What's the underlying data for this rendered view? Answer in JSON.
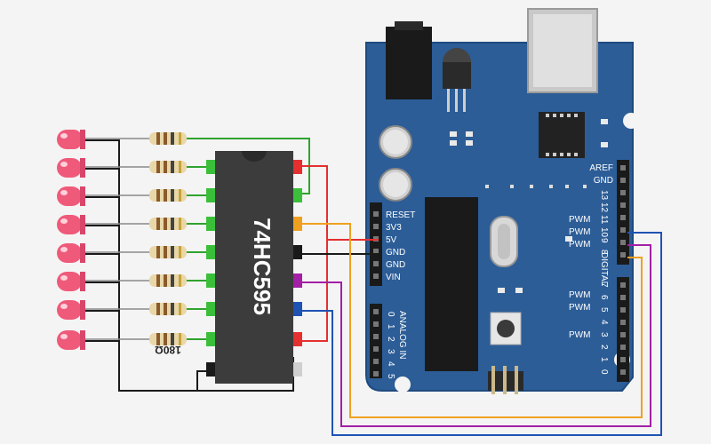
{
  "chip": {
    "label": "74HC595"
  },
  "resistor": {
    "label": "180Ω"
  },
  "board": {
    "power_pins": [
      "RESET",
      "3V3",
      "5V",
      "GND",
      "GND",
      "VIN"
    ],
    "analog": {
      "numbers": [
        "0",
        "1",
        "2",
        "3",
        "4",
        "5"
      ],
      "label": "ANALOG IN"
    },
    "digital_top": {
      "aref": "AREF",
      "gnd": "GND",
      "numbers": [
        "13",
        "12",
        "11",
        "10",
        "9",
        "8"
      ]
    },
    "digital_bottom": {
      "numbers": [
        "7",
        "6",
        "5",
        "4",
        "3",
        "2",
        "1",
        "0"
      ]
    },
    "digital_label": "DIGITAL",
    "pwm_labels": [
      "PWM",
      "PWM",
      "PWM",
      "PWM",
      "PWM",
      "PWM"
    ]
  },
  "colors": {
    "board": "#2c5d97",
    "board_border": "#1f4a7f",
    "led": "#ef5a7a",
    "chip": "#3c3c3c",
    "wire_green": "#2fa32f",
    "wire_red": "#e53030",
    "wire_black": "#1a1a1a",
    "wire_orange": "#f0a020",
    "wire_purple": "#a21fa6",
    "wire_blue": "#1f53b3"
  }
}
